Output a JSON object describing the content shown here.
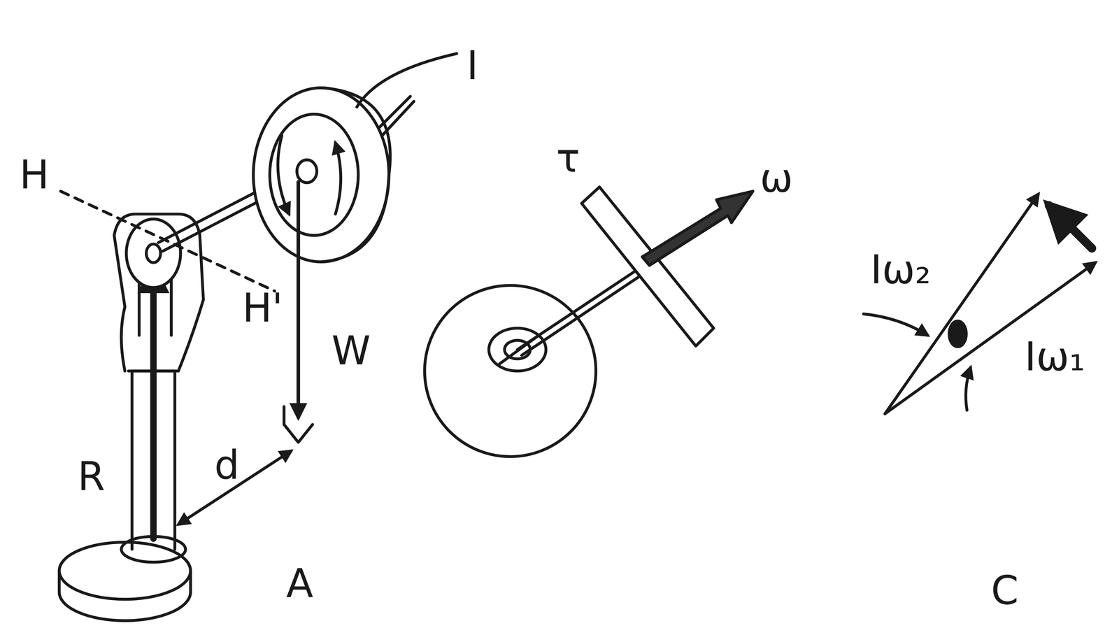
{
  "diagram": {
    "labels": [
      "I",
      "H",
      "H'",
      "W",
      "R",
      "d",
      "A",
      "τ",
      "ω",
      "Iω₂",
      "Iω₁",
      "C"
    ]
  }
}
